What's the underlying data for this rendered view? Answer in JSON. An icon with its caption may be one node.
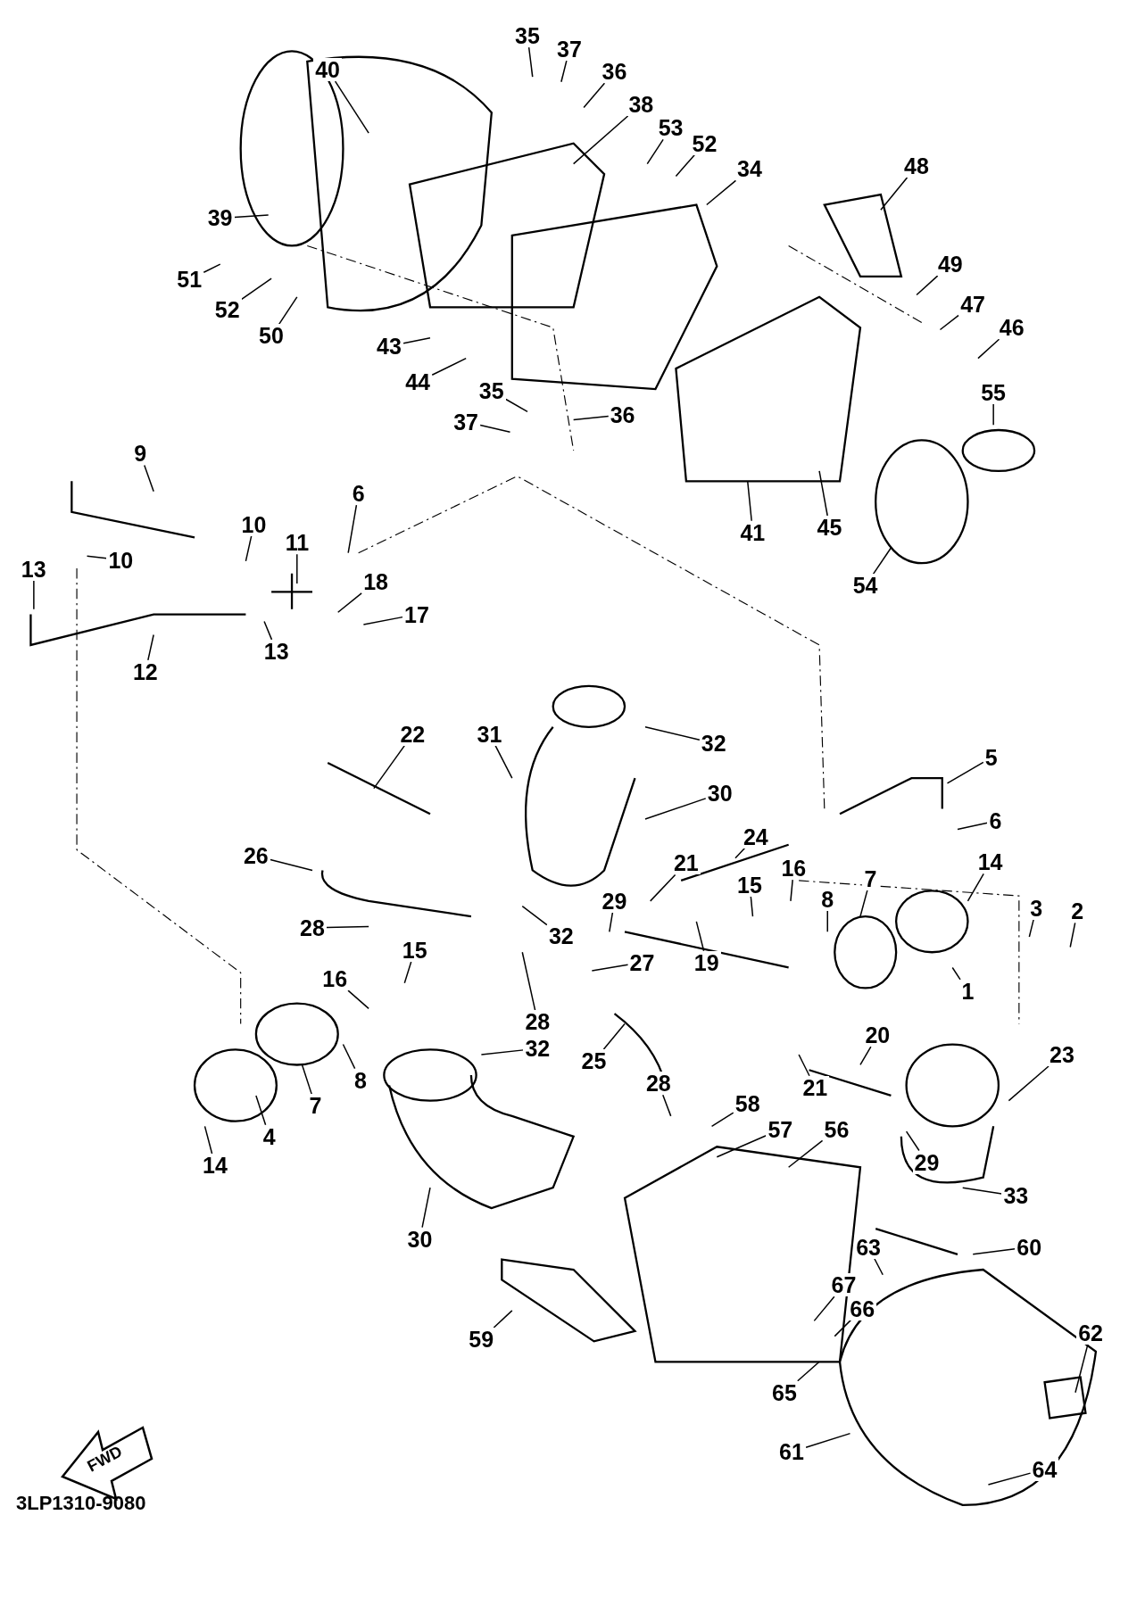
{
  "diagram": {
    "nodes": [
      {
        "text": [
          "35"
        ]
      },
      {
        "text": [
          "37"
        ]
      },
      {
        "text": [
          "36"
        ]
      },
      {
        "text": [
          "40"
        ]
      },
      {
        "text": [
          "38"
        ]
      },
      {
        "text": [
          "53"
        ]
      },
      {
        "text": [
          "52"
        ]
      },
      {
        "text": [
          "34"
        ]
      },
      {
        "text": [
          "48"
        ]
      },
      {
        "text": [
          "39"
        ]
      },
      {
        "text": [
          "51"
        ]
      },
      {
        "text": [
          "52"
        ]
      },
      {
        "text": [
          "50"
        ]
      },
      {
        "text": [
          "49"
        ]
      },
      {
        "text": [
          "47"
        ]
      },
      {
        "text": [
          "46"
        ]
      },
      {
        "text": [
          "43"
        ]
      },
      {
        "text": [
          "44"
        ]
      },
      {
        "text": [
          "55"
        ]
      },
      {
        "text": [
          "35"
        ]
      },
      {
        "text": [
          "37"
        ]
      },
      {
        "text": [
          "36"
        ]
      },
      {
        "text": [
          "9"
        ]
      },
      {
        "text": [
          "6"
        ]
      },
      {
        "text": [
          "10"
        ]
      },
      {
        "text": [
          "11"
        ]
      },
      {
        "text": [
          "10"
        ]
      },
      {
        "text": [
          "13"
        ]
      },
      {
        "text": [
          "18"
        ]
      },
      {
        "text": [
          "17"
        ]
      },
      {
        "text": [
          "13"
        ]
      },
      {
        "text": [
          "41"
        ]
      },
      {
        "text": [
          "45"
        ]
      },
      {
        "text": [
          "54"
        ]
      },
      {
        "text": [
          "12"
        ]
      },
      {
        "text": [
          "22"
        ]
      },
      {
        "text": [
          "31"
        ]
      },
      {
        "text": [
          "32"
        ]
      },
      {
        "text": [
          "5"
        ]
      },
      {
        "text": [
          "30"
        ]
      },
      {
        "text": [
          "24"
        ]
      },
      {
        "text": [
          "26"
        ]
      },
      {
        "text": [
          "21"
        ]
      },
      {
        "text": [
          "6"
        ]
      },
      {
        "text": [
          "14"
        ]
      },
      {
        "text": [
          "7"
        ]
      },
      {
        "text": [
          "16"
        ]
      },
      {
        "text": [
          "15"
        ]
      },
      {
        "text": [
          "8"
        ]
      },
      {
        "text": [
          "29"
        ]
      },
      {
        "text": [
          "3"
        ]
      },
      {
        "text": [
          "2"
        ]
      },
      {
        "text": [
          "28"
        ]
      },
      {
        "text": [
          "32"
        ]
      },
      {
        "text": [
          "27"
        ]
      },
      {
        "text": [
          "19"
        ]
      },
      {
        "text": [
          "1"
        ]
      },
      {
        "text": [
          "15"
        ]
      },
      {
        "text": [
          "16"
        ]
      },
      {
        "text": [
          "28"
        ]
      },
      {
        "text": [
          "32"
        ]
      },
      {
        "text": [
          "20"
        ]
      },
      {
        "text": [
          "23"
        ]
      },
      {
        "text": [
          "25"
        ]
      },
      {
        "text": [
          "21"
        ]
      },
      {
        "text": [
          "8"
        ]
      },
      {
        "text": [
          "7"
        ]
      },
      {
        "text": [
          "4"
        ]
      },
      {
        "text": [
          "14"
        ]
      },
      {
        "text": [
          "28"
        ]
      },
      {
        "text": [
          "58"
        ]
      },
      {
        "text": [
          "57"
        ]
      },
      {
        "text": [
          "56"
        ]
      },
      {
        "text": [
          "29"
        ]
      },
      {
        "text": [
          "33"
        ]
      },
      {
        "text": [
          "30"
        ]
      },
      {
        "text": [
          "60"
        ]
      },
      {
        "text": [
          "63"
        ]
      },
      {
        "text": [
          "67"
        ]
      },
      {
        "text": [
          "66"
        ]
      },
      {
        "text": [
          "59"
        ]
      },
      {
        "text": [
          "62"
        ]
      },
      {
        "text": [
          "65"
        ]
      },
      {
        "text": [
          "61"
        ]
      },
      {
        "text": [
          "64"
        ]
      }
    ],
    "edges": [
      {
        "from": 0,
        "to": null,
        "arrow": "none"
      },
      {
        "from": 1,
        "to": null,
        "arrow": "none"
      },
      {
        "from": 2,
        "to": null,
        "arrow": "none"
      },
      {
        "from": 3,
        "to": null,
        "arrow": "none"
      },
      {
        "from": 4,
        "to": null,
        "arrow": "none"
      },
      {
        "from": 5,
        "to": null,
        "arrow": "none"
      },
      {
        "from": 6,
        "to": null,
        "arrow": "none"
      },
      {
        "from": 7,
        "to": null,
        "arrow": "none"
      },
      {
        "from": 8,
        "to": null,
        "arrow": "none"
      },
      {
        "from": 9,
        "to": null,
        "arrow": "none"
      },
      {
        "from": 10,
        "to": null,
        "arrow": "none"
      },
      {
        "from": 11,
        "to": null,
        "arrow": "none"
      },
      {
        "from": 12,
        "to": null,
        "arrow": "none"
      },
      {
        "from": 13,
        "to": null,
        "arrow": "none"
      },
      {
        "from": 14,
        "to": null,
        "arrow": "none"
      },
      {
        "from": 15,
        "to": null,
        "arrow": "none"
      },
      {
        "from": 16,
        "to": null,
        "arrow": "none"
      },
      {
        "from": 17,
        "to": null,
        "arrow": "none"
      },
      {
        "from": 18,
        "to": null,
        "arrow": "none"
      },
      {
        "from": 19,
        "to": null,
        "arrow": "none"
      },
      {
        "from": 20,
        "to": null,
        "arrow": "none"
      },
      {
        "from": 21,
        "to": null,
        "arrow": "none"
      },
      {
        "from": 22,
        "to": null,
        "arrow": "none"
      },
      {
        "from": 23,
        "to": null,
        "arrow": "none"
      },
      {
        "from": 24,
        "to": null,
        "arrow": "none"
      },
      {
        "from": 25,
        "to": null,
        "arrow": "none"
      },
      {
        "from": 26,
        "to": null,
        "arrow": "none"
      },
      {
        "from": 27,
        "to": null,
        "arrow": "none"
      },
      {
        "from": 28,
        "to": null,
        "arrow": "none"
      },
      {
        "from": 29,
        "to": null,
        "arrow": "none"
      },
      {
        "from": 30,
        "to": null,
        "arrow": "none"
      },
      {
        "from": 31,
        "to": null,
        "arrow": "none"
      },
      {
        "from": 32,
        "to": null,
        "arrow": "none"
      },
      {
        "from": 33,
        "to": null,
        "arrow": "none"
      },
      {
        "from": 34,
        "to": null,
        "arrow": "none"
      },
      {
        "from": 35,
        "to": null,
        "arrow": "none"
      },
      {
        "from": 36,
        "to": null,
        "arrow": "none"
      },
      {
        "from": 37,
        "to": null,
        "arrow": "none"
      },
      {
        "from": 38,
        "to": null,
        "arrow": "none"
      },
      {
        "from": 39,
        "to": null,
        "arrow": "none"
      },
      {
        "from": 40,
        "to": null,
        "arrow": "none"
      },
      {
        "from": 41,
        "to": null,
        "arrow": "none"
      },
      {
        "from": 42,
        "to": null,
        "arrow": "none"
      },
      {
        "from": 43,
        "to": null,
        "arrow": "none"
      },
      {
        "from": 44,
        "to": null,
        "arrow": "none"
      },
      {
        "from": 45,
        "to": null,
        "arrow": "none"
      },
      {
        "from": 46,
        "to": null,
        "arrow": "none"
      },
      {
        "from": 47,
        "to": null,
        "arrow": "none"
      },
      {
        "from": 48,
        "to": null,
        "arrow": "none"
      },
      {
        "from": 49,
        "to": null,
        "arrow": "none"
      },
      {
        "from": 50,
        "to": null,
        "arrow": "none"
      },
      {
        "from": 51,
        "to": null,
        "arrow": "none"
      },
      {
        "from": 52,
        "to": null,
        "arrow": "none"
      },
      {
        "from": 53,
        "to": null,
        "arrow": "none"
      },
      {
        "from": 54,
        "to": null,
        "arrow": "none"
      },
      {
        "from": 55,
        "to": null,
        "arrow": "none"
      },
      {
        "from": 56,
        "to": null,
        "arrow": "none"
      },
      {
        "from": 57,
        "to": null,
        "arrow": "none"
      },
      {
        "from": 58,
        "to": null,
        "arrow": "none"
      },
      {
        "from": 59,
        "to": null,
        "arrow": "none"
      },
      {
        "from": 60,
        "to": null,
        "arrow": "none"
      },
      {
        "from": 61,
        "to": null,
        "arrow": "none"
      },
      {
        "from": 62,
        "to": null,
        "arrow": "none"
      },
      {
        "from": 63,
        "to": null,
        "arrow": "none"
      },
      {
        "from": 64,
        "to": null,
        "arrow": "none"
      },
      {
        "from": 65,
        "to": null,
        "arrow": "none"
      },
      {
        "from": 66,
        "to": null,
        "arrow": "none"
      },
      {
        "from": 67,
        "to": null,
        "arrow": "none"
      },
      {
        "from": 68,
        "to": null,
        "arrow": "none"
      },
      {
        "from": 69,
        "to": null,
        "arrow": "none"
      },
      {
        "from": 70,
        "to": null,
        "arrow": "none"
      },
      {
        "from": 71,
        "to": null,
        "arrow": "none"
      },
      {
        "from": 72,
        "to": null,
        "arrow": "none"
      },
      {
        "from": 73,
        "to": null,
        "arrow": "none"
      },
      {
        "from": 74,
        "to": null,
        "arrow": "none"
      },
      {
        "from": 75,
        "to": null,
        "arrow": "none"
      },
      {
        "from": 76,
        "to": null,
        "arrow": "none"
      },
      {
        "from": 77,
        "to": null,
        "arrow": "none"
      },
      {
        "from": 78,
        "to": null,
        "arrow": "none"
      },
      {
        "from": 79,
        "to": null,
        "arrow": "none"
      },
      {
        "from": 80,
        "to": null,
        "arrow": "none"
      },
      {
        "from": 81,
        "to": null,
        "arrow": "none"
      },
      {
        "from": 82,
        "to": null,
        "arrow": "none"
      },
      {
        "from": 83,
        "to": null,
        "arrow": "none"
      },
      {
        "from": 84,
        "to": null,
        "arrow": "none"
      }
    ],
    "labels": [
      "FWD",
      "3LP1310-9080"
    ]
  }
}
